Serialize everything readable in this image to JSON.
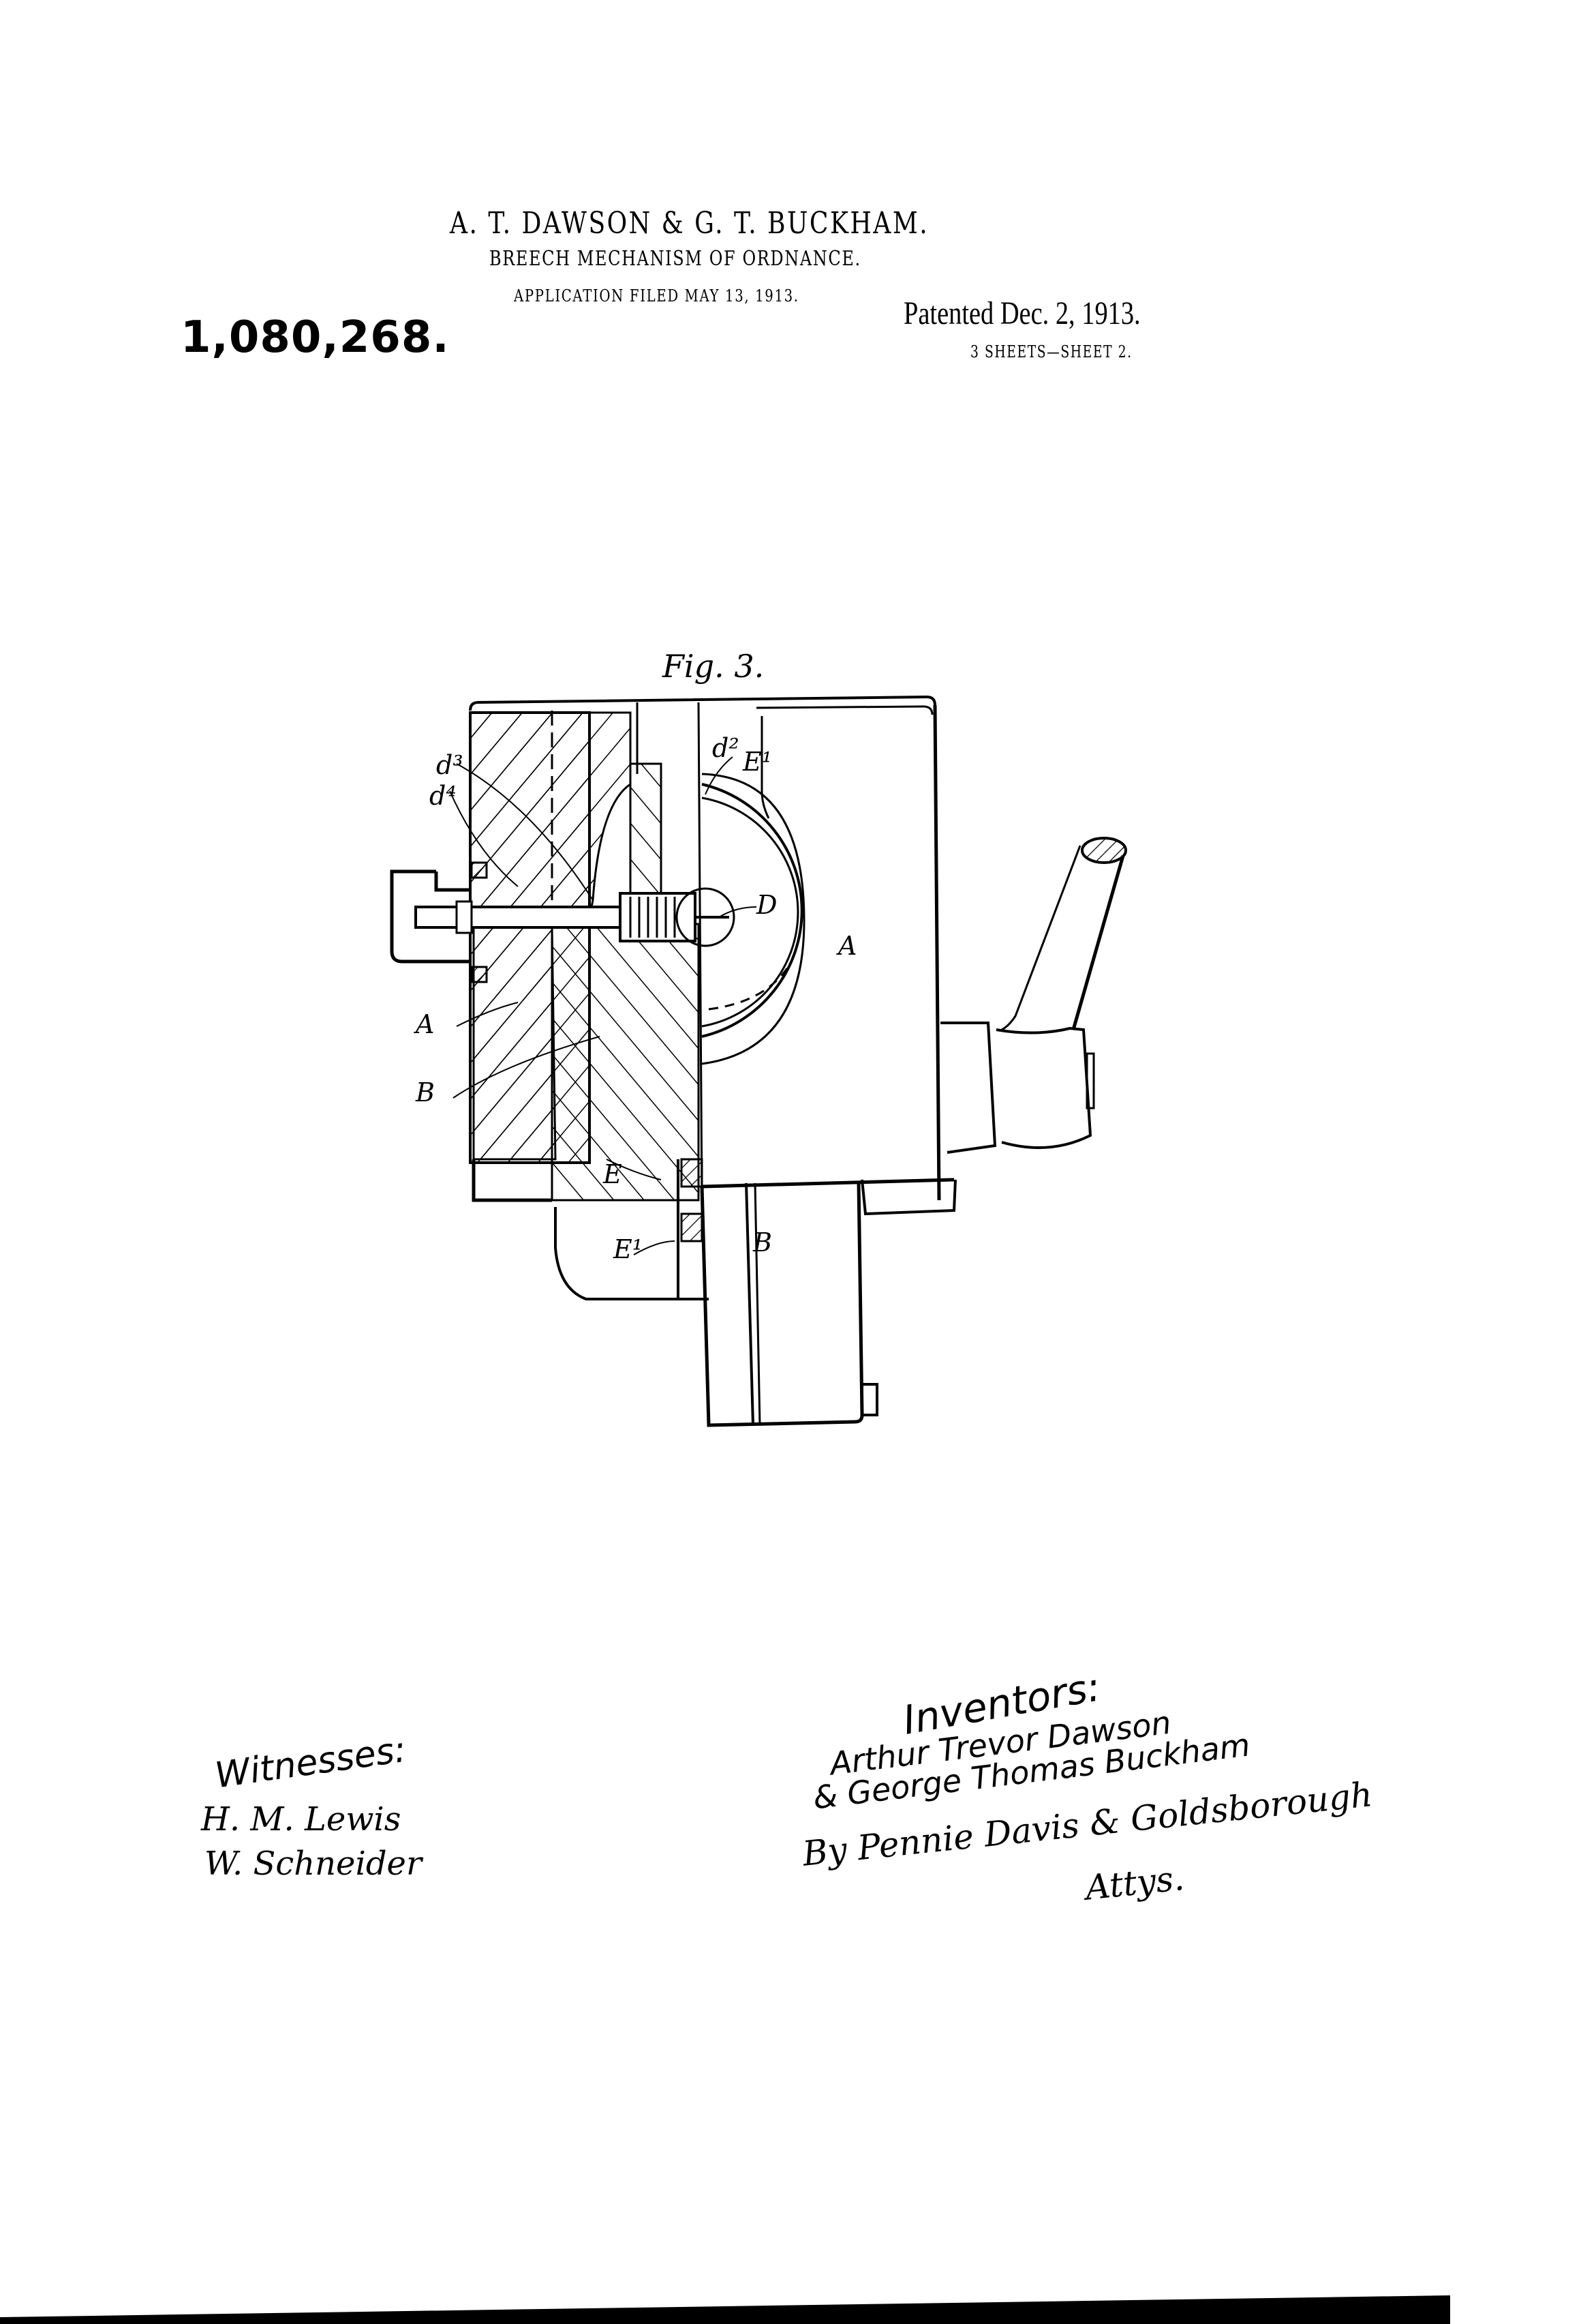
{
  "header": {
    "inventors_line": "A. T. DAWSON & G. T. BUCKHAM.",
    "title": "BREECH MECHANISM OF ORDNANCE.",
    "filed": "APPLICATION FILED MAY 13, 1913.",
    "patent_number": "1,080,268.",
    "patented": "Patented Dec. 2, 1913.",
    "sheets": "3 SHEETS—SHEET 2."
  },
  "figure": {
    "label": "Fig. 3.",
    "reference_labels": {
      "d3": "d³",
      "d4": "d⁴",
      "d2": "d²",
      "e1_top": "E¹",
      "D": "D",
      "A_right": "A",
      "A_left": "A",
      "B_left": "B",
      "E": "E",
      "E1_bottom": "E¹",
      "B_bottom": "B"
    }
  },
  "witnesses": {
    "heading": "Witnesses:",
    "names": [
      "H. M. Lewis",
      "W. Schneider"
    ]
  },
  "inventors": {
    "heading": "Inventors:",
    "line1": "Arthur Trevor Dawson",
    "line2": "& George Thomas Buckham",
    "attorney_line": "By Pennie Davis & Goldsborough",
    "attorney_suffix": "Attys."
  }
}
